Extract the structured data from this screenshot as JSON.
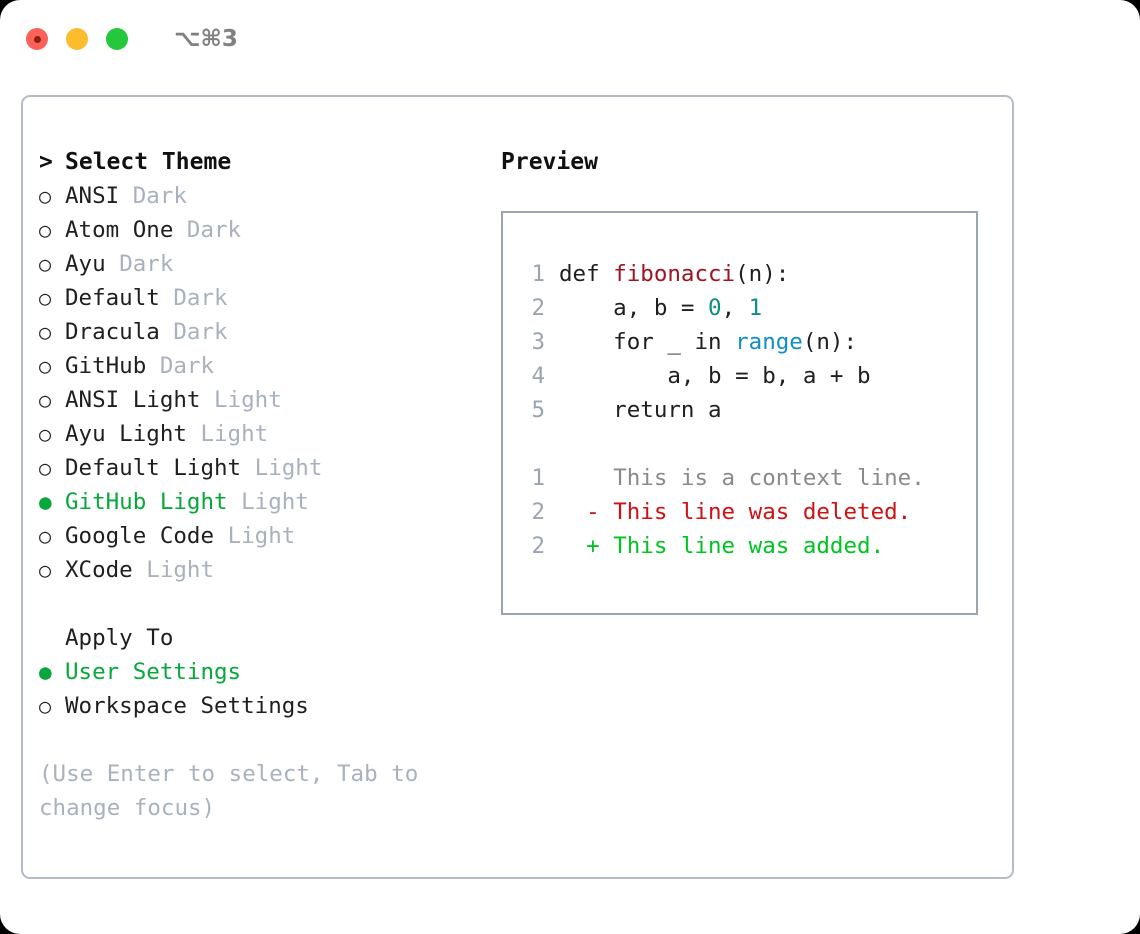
{
  "titlebar": {
    "shortcut": "⌥⌘3",
    "buttons": [
      {
        "name": "close",
        "color": "#fa6159"
      },
      {
        "name": "minimize",
        "color": "#fbbd2e"
      },
      {
        "name": "zoom",
        "color": "#25c73d"
      }
    ]
  },
  "colors": {
    "selected_green": "#07a83b",
    "muted": "#a8b2bf",
    "text": "#1f1f1f",
    "panel_border": "#b4bcc8",
    "code_border": "#9aa5b1",
    "diff_added": "#00c421",
    "diff_deleted": "#cc1212",
    "syntax_function": "#9e1420",
    "syntax_number": "#0c8d85",
    "syntax_call": "#0f8fc6"
  },
  "theme_list": {
    "caret": ">",
    "title": "Select Theme",
    "bullet_unselected": "○",
    "bullet_selected": "●",
    "items": [
      {
        "name": "ANSI",
        "tag": "Dark",
        "selected": false
      },
      {
        "name": "Atom One",
        "tag": "Dark",
        "selected": false
      },
      {
        "name": "Ayu",
        "tag": "Dark",
        "selected": false
      },
      {
        "name": "Default",
        "tag": "Dark",
        "selected": false
      },
      {
        "name": "Dracula",
        "tag": "Dark",
        "selected": false
      },
      {
        "name": "GitHub",
        "tag": "Dark",
        "selected": false
      },
      {
        "name": "ANSI Light",
        "tag": "Light",
        "selected": false
      },
      {
        "name": "Ayu Light",
        "tag": "Light",
        "selected": false
      },
      {
        "name": "Default Light",
        "tag": "Light",
        "selected": false
      },
      {
        "name": "GitHub Light",
        "tag": "Light",
        "selected": true
      },
      {
        "name": "Google Code",
        "tag": "Light",
        "selected": false
      },
      {
        "name": "XCode",
        "tag": "Light",
        "selected": false
      }
    ]
  },
  "apply_to": {
    "title": "Apply To",
    "options": [
      {
        "label": "User Settings",
        "selected": true
      },
      {
        "label": "Workspace Settings",
        "selected": false
      }
    ]
  },
  "hint": "(Use Enter to select, Tab to change focus)",
  "preview": {
    "title": "Preview",
    "code_lines": [
      {
        "num": "1",
        "tokens": [
          {
            "t": "def ",
            "c": "tok-def"
          },
          {
            "t": "fibonacci",
            "c": "tok-fn"
          },
          {
            "t": "(n):",
            "c": "tok-plain"
          }
        ]
      },
      {
        "num": "2",
        "tokens": [
          {
            "t": "    a, b = ",
            "c": "tok-plain"
          },
          {
            "t": "0",
            "c": "tok-num"
          },
          {
            "t": ", ",
            "c": "tok-plain"
          },
          {
            "t": "1",
            "c": "tok-num"
          }
        ]
      },
      {
        "num": "3",
        "tokens": [
          {
            "t": "    for _ in ",
            "c": "tok-plain"
          },
          {
            "t": "range",
            "c": "tok-call"
          },
          {
            "t": "(n):",
            "c": "tok-plain"
          }
        ]
      },
      {
        "num": "4",
        "tokens": [
          {
            "t": "        a, b = b, a + b",
            "c": "tok-plain"
          }
        ]
      },
      {
        "num": "5",
        "tokens": [
          {
            "t": "    return a",
            "c": "tok-plain"
          }
        ]
      }
    ],
    "diff_lines": [
      {
        "num": "1",
        "prefix": "  ",
        "text": "This is a context line.",
        "kind": "diff-ctx"
      },
      {
        "num": "2",
        "prefix": "- ",
        "text": "This line was deleted.",
        "kind": "diff-del"
      },
      {
        "num": "2",
        "prefix": "+ ",
        "text": "This line was added.",
        "kind": "diff-add"
      }
    ]
  }
}
